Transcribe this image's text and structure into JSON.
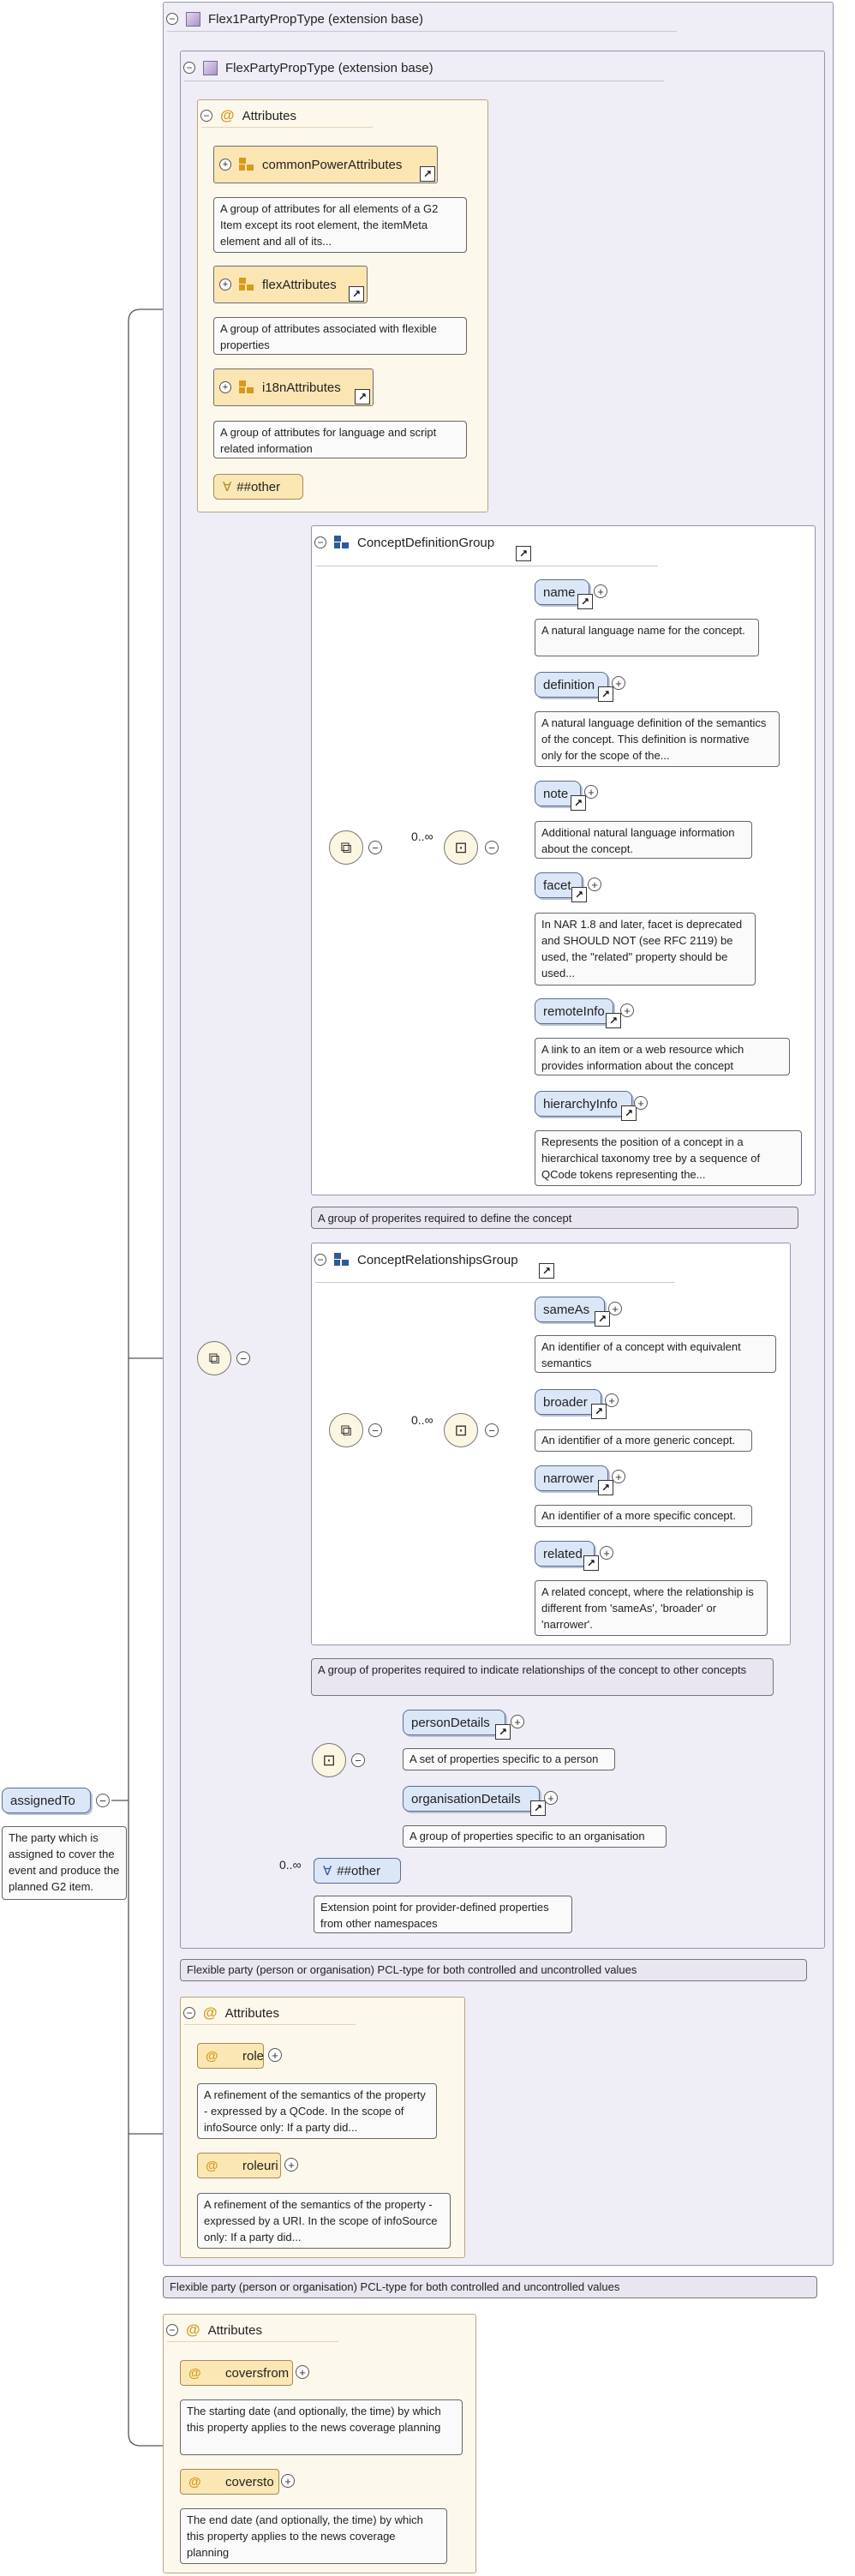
{
  "colors": {
    "element_fill": "#dbe6f7",
    "attribute_fill": "#fbe7b4",
    "extension_fill": "#efedf5",
    "attrs_fill": "#fdf8ec"
  },
  "root": {
    "name": "assignedTo",
    "desc": "The party which is assigned to cover the event and produce the planned G2 item."
  },
  "flex1": {
    "title": "Flex1PartyPropType (extension base)",
    "desc": "Flexible party (person or organisation) PCL-type for both controlled and uncontrolled values"
  },
  "flex": {
    "title": "FlexPartyPropType (extension base)",
    "desc": "Flexible party (person or organisation) PCL-type for both controlled and uncontrolled values"
  },
  "attrs1": {
    "title": "Attributes",
    "groups": [
      {
        "name": "commonPowerAttributes",
        "desc": "A group of attributes for all elements of a G2 Item except its root element, the itemMeta element and all of its..."
      },
      {
        "name": "flexAttributes",
        "desc": "A group of attributes associated with flexible properties"
      },
      {
        "name": "i18nAttributes",
        "desc": "A group of attributes for language and script related information"
      }
    ],
    "other": "##other"
  },
  "cdg": {
    "title": "ConceptDefinitionGroup",
    "card": "0..∞",
    "desc": "A group of properites required to define the concept",
    "items": [
      {
        "name": "name",
        "desc": "A natural language name for the concept."
      },
      {
        "name": "definition",
        "desc": "A natural language definition of the semantics of the concept. This definition is normative only for the scope of the..."
      },
      {
        "name": "note",
        "desc": "Additional natural language information about the concept."
      },
      {
        "name": "facet",
        "desc": "In NAR 1.8 and later, facet is deprecated and SHOULD NOT (see RFC 2119) be used, the \"related\" property should be used..."
      },
      {
        "name": "remoteInfo",
        "desc": "A link to an item or a web resource which provides information about the concept"
      },
      {
        "name": "hierarchyInfo",
        "desc": "Represents the position of a concept in a hierarchical taxonomy tree by a sequence of QCode tokens representing the..."
      }
    ]
  },
  "crg": {
    "title": "ConceptRelationshipsGroup",
    "card": "0..∞",
    "desc": "A group of properites required to indicate relationships of the concept to other concepts",
    "items": [
      {
        "name": "sameAs",
        "desc": "An identifier of a concept with equivalent semantics"
      },
      {
        "name": "broader",
        "desc": "An identifier of a more generic concept."
      },
      {
        "name": "narrower",
        "desc": "An identifier of a more specific concept."
      },
      {
        "name": "related",
        "desc": "A related concept, where the relationship is different from 'sameAs', 'broader' or 'narrower'."
      }
    ]
  },
  "choice": {
    "items": [
      {
        "name": "personDetails",
        "desc": "A set of properties specific to a person"
      },
      {
        "name": "organisationDetails",
        "desc": "A group of properties specific to an organisation"
      }
    ]
  },
  "any_other": {
    "card": "0..∞",
    "label": "##other",
    "desc": "Extension point for provider-defined properties from other namespaces"
  },
  "attrs2": {
    "title": "Attributes",
    "items": [
      {
        "name": "role",
        "desc": "A refinement of the semantics of the property - expressed by a QCode. In the scope of infoSource only: If a party did..."
      },
      {
        "name": "roleuri",
        "desc": "A refinement of the semantics of the property - expressed by a URI. In the scope of infoSource only: If a party did..."
      }
    ]
  },
  "attrs3": {
    "title": "Attributes",
    "items": [
      {
        "name": "coversfrom",
        "desc": "The starting date (and optionally, the time) by which this property applies to the news coverage planning"
      },
      {
        "name": "coversto",
        "desc": "The end date (and optionally, the time) by which this property applies to the news coverage planning"
      }
    ]
  }
}
